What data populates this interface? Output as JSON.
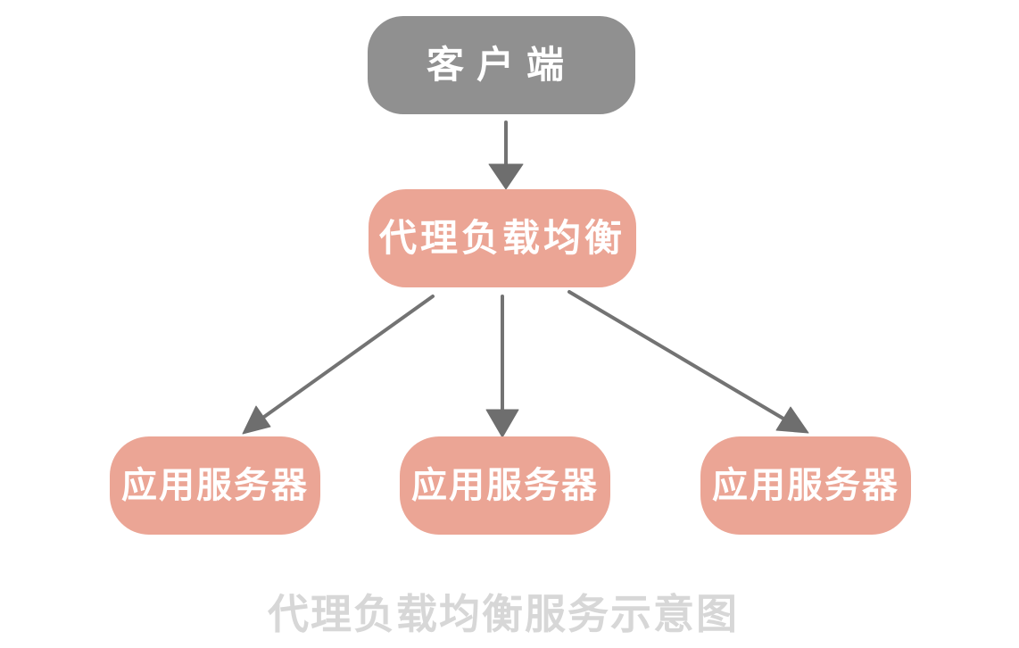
{
  "diagram": {
    "caption": "代理负载均衡服务示意图",
    "nodes": {
      "client": {
        "label": "客户端"
      },
      "load_balancer": {
        "label": "代理负载均衡"
      },
      "server1": {
        "label": "应用服务器"
      },
      "server2": {
        "label": "应用服务器"
      },
      "server3": {
        "label": "应用服务器"
      }
    },
    "edges": [
      {
        "from": "client",
        "to": "load_balancer"
      },
      {
        "from": "load_balancer",
        "to": "server1"
      },
      {
        "from": "load_balancer",
        "to": "server2"
      },
      {
        "from": "load_balancer",
        "to": "server3"
      }
    ],
    "colors": {
      "client_box": "#909090",
      "balancer_box": "#EBA595",
      "server_box": "#EBA595",
      "node_text": "#FFFFFF",
      "arrow": "#6E6E6E",
      "caption_text": "#D7D7D7",
      "background": "#FFFFFF"
    }
  }
}
